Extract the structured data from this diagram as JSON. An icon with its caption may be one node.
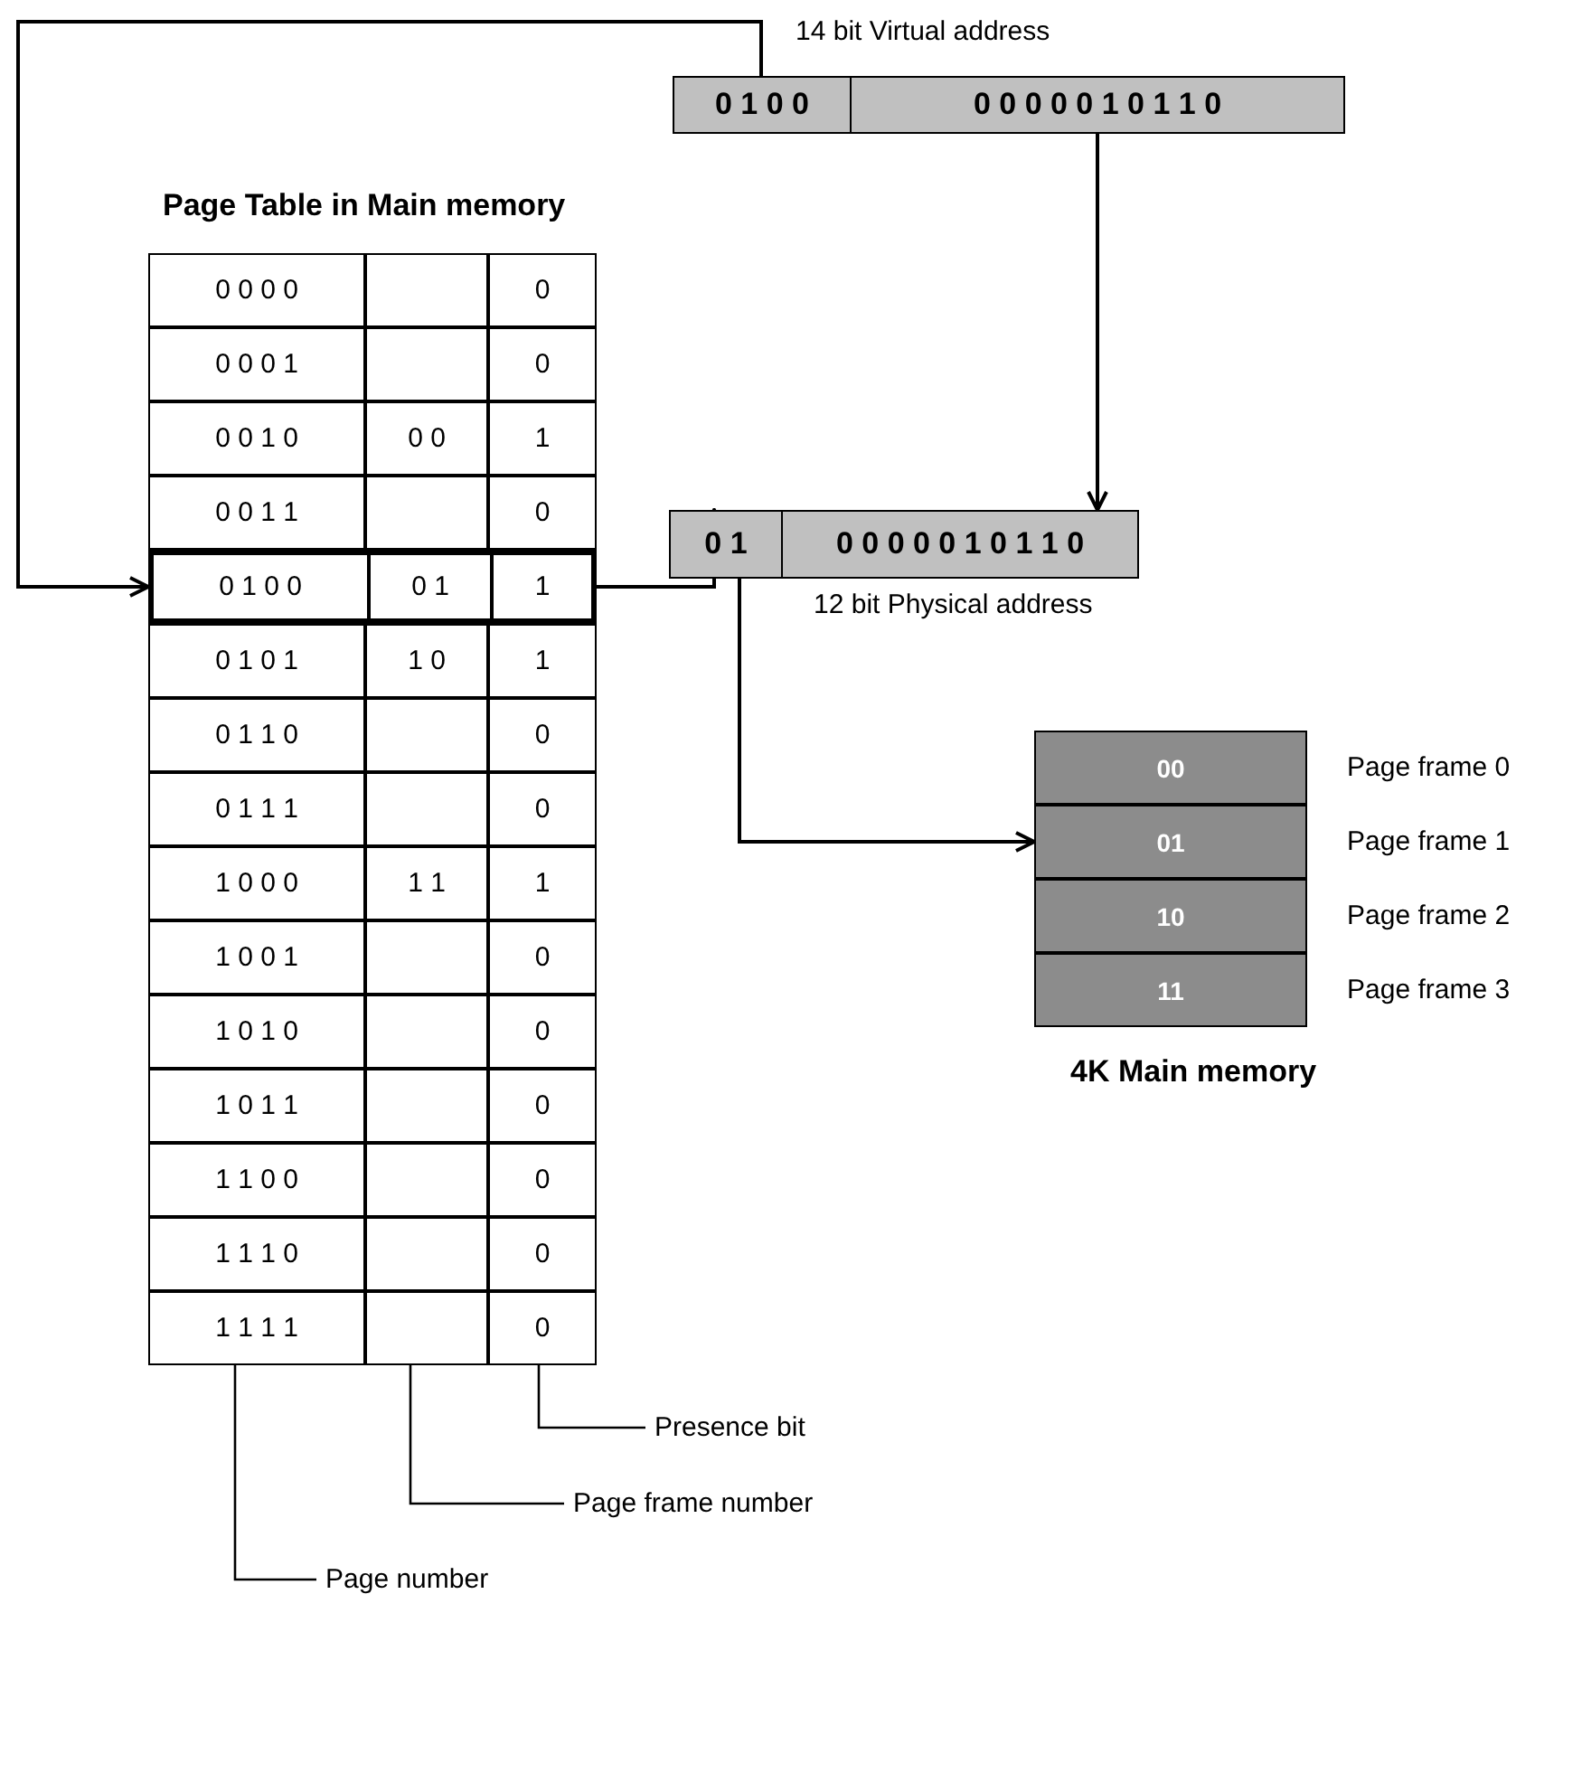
{
  "diagram": {
    "nodes": [
      {
        "text": [
          "14 bit Virtual address"
        ]
      },
      {
        "text": [
          "0 1 0 0"
        ],
        "in": 0
      },
      {
        "text": [
          "0 0 0 0 0 1 0 1 1 0"
        ],
        "in": 0
      },
      {
        "text": [
          "Page Table in Main memory"
        ]
      },
      {
        "text": [
          "0 0 0 0",
          "0"
        ],
        "in": 3
      },
      {
        "text": [
          "0 0 0 1",
          "0"
        ],
        "in": 3
      },
      {
        "text": [
          "0 0 1 0",
          "0 0",
          "1"
        ],
        "in": 3
      },
      {
        "text": [
          "0 0 1 1",
          "0"
        ],
        "in": 3
      },
      {
        "text": [
          "0 1 0 0",
          "0 1",
          "1"
        ],
        "in": 3
      },
      {
        "text": [
          "0 1 0 1",
          "1 0",
          "1"
        ],
        "in": 3
      },
      {
        "text": [
          "0 1 1 0",
          "0"
        ],
        "in": 3
      },
      {
        "text": [
          "0 1 1 1",
          "0"
        ],
        "in": 3
      },
      {
        "text": [
          "1 0 0 0",
          "1 1",
          "1"
        ],
        "in": 3
      },
      {
        "text": [
          "1 0 0 1",
          "0"
        ],
        "in": 3
      },
      {
        "text": [
          "1 0 1 0",
          "0"
        ],
        "in": 3
      },
      {
        "text": [
          "1 0 1 1",
          "0"
        ],
        "in": 3
      },
      {
        "text": [
          "1 1 0 0",
          "0"
        ],
        "in": 3
      },
      {
        "text": [
          "1 1 1 0",
          "0"
        ],
        "in": 3
      },
      {
        "text": [
          "1 1 1 1",
          "0"
        ],
        "in": 3
      },
      {
        "text": [
          "12 bit Physical address"
        ]
      },
      {
        "text": [
          "0 1"
        ],
        "in": 19
      },
      {
        "text": [
          "0 0 0 0 0 1 0 1 1 0"
        ],
        "in": 19
      },
      {
        "text": [
          "4K Main memory"
        ]
      },
      {
        "text": [
          "00"
        ],
        "in": 22,
        "beside": [
          "Page frame 0"
        ]
      },
      {
        "text": [
          "01"
        ],
        "in": 22,
        "beside": [
          "Page frame 1"
        ]
      },
      {
        "text": [
          "10"
        ],
        "in": 22,
        "beside": [
          "Page frame 2"
        ]
      },
      {
        "text": [
          "11"
        ],
        "in": 22,
        "beside": [
          "Page frame 3"
        ]
      },
      {
        "text": [
          "Presence bit"
        ]
      },
      {
        "text": [
          "Page frame number"
        ]
      },
      {
        "text": [
          "Page number"
        ]
      }
    ],
    "edges": [
      {
        "from": 1,
        "to": 8,
        "arrow": "to"
      },
      {
        "from": 8,
        "to": 20,
        "arrow": "to"
      },
      {
        "from": 2,
        "to": 21,
        "arrow": "to"
      },
      {
        "from": 20,
        "to": 24,
        "arrow": "to"
      },
      {
        "from": 27,
        "to": 18,
        "arrow": "none"
      },
      {
        "from": 28,
        "to": 18,
        "arrow": "none"
      },
      {
        "from": 29,
        "to": 18,
        "arrow": "none"
      }
    ]
  }
}
